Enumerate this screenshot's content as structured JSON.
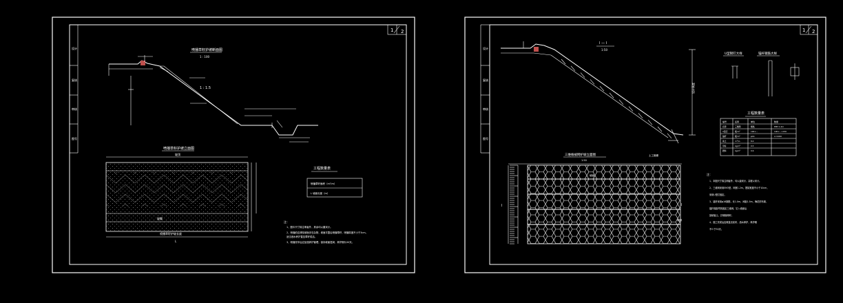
{
  "sheets": [
    {
      "page_no": "1",
      "page_total": "2",
      "title_block": [
        "设计",
        "复核",
        "审核",
        "图号"
      ],
      "section_title": "喷播草籽护坡断面图",
      "section_scale": "1 : 100",
      "slope_ratio": "1 : 1.5",
      "plan_title": "喷播草籽护坡立面图",
      "plan_label_top": "坡顶",
      "plan_label_mid": "坡脚",
      "plan_label_bottom": "喷播草籽护坡长度",
      "plan_label_bottom2": "L",
      "table_title": "工程数量表",
      "table_rows": [
        "喷播草籽面积（m²/m）",
        "L 坡面长度（m）"
      ],
      "notes_title": "注：",
      "notes": [
        "1、图中尺寸除注明者外，其余均以厘米计。",
        "2、喷播前应清除坡面浮石杂物，坡面平整后喷播草籽，喷播厚度不小于3cm。",
        "   适当洒水养护直至草籽成活。",
        "3、喷播完毕后应加强养护管理，保持坡面湿润，养护期为30天。"
      ]
    },
    {
      "page_no": "1",
      "page_total": "2",
      "title_block": [
        "设计",
        "复核",
        "审核",
        "图号"
      ],
      "section_title": "I — I",
      "section_scale": "1:50",
      "detail1_title": "U型钢钉大样",
      "detail2_title": "锚杆钢筋大样",
      "dim_height": "设计高度",
      "mesh_title": "三维植被网护坡立面图",
      "mesh_scale": "1:50",
      "mesh_label_top": "土工格栅",
      "mesh_label_mid": "坡面",
      "mesh_label_right": "坡脚",
      "section_mark": "I",
      "table_title": "工程数量表",
      "table_header": [
        "编号",
        "名称",
        "单位",
        "数量"
      ],
      "table_rows": [
        [
          "名称",
          "三维网",
          "规格",
          "EM3 1.2m"
        ],
        [
          "U型钉",
          "根/m²",
          "100×...",
          "100×...×150"
        ],
        [
          "锚杆",
          "根/m²",
          "φ16",
          "L=1000"
        ],
        [
          "客土",
          "m³/m",
          "8.0",
          ""
        ],
        [
          "草籽",
          "kg/m²",
          "0.5",
          ""
        ],
        [
          "肥料",
          "kg/m²",
          "0.6",
          ""
        ]
      ],
      "notes_title": "注：",
      "notes": [
        "1、本图尺寸除注明者外，均以厘米计，高程以米计。",
        "2、三维网采用EM3型，网宽1.2m，搭接宽度不小于10cm，",
        "   采用U型钉固定。",
        "3、锚杆采用φ16钢筋，长1.0m，间距1.5m，梅花形布置，",
        "   锚杆端部弯钩固定三维网，钉入坡面后",
        "   回填客土，并喷播草籽。",
        "4、施工完成后应覆盖无纺布，洒水养护，养护期",
        "   不少于30天。"
      ]
    }
  ]
}
